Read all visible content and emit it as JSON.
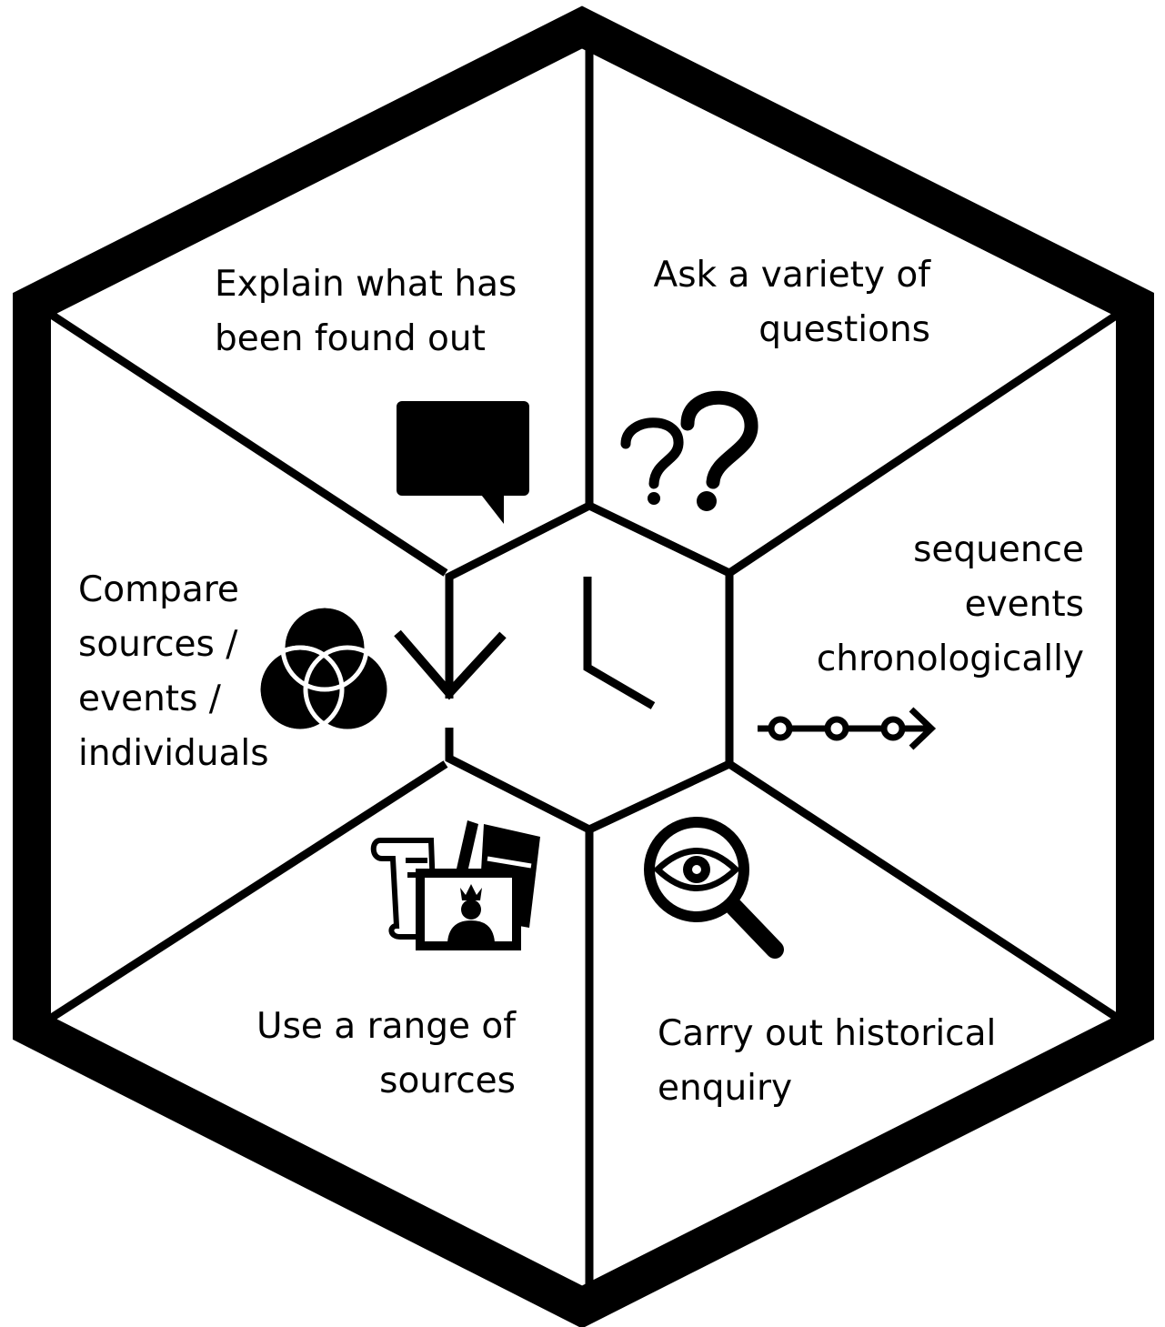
{
  "diagram": {
    "segments": [
      {
        "id": "explain",
        "lines": [
          "Explain what has",
          "been found out"
        ],
        "icon": "speech-bubble-icon"
      },
      {
        "id": "ask",
        "lines": [
          "Ask a variety of",
          "questions"
        ],
        "icon": "question-marks-icon"
      },
      {
        "id": "sequence",
        "lines": [
          "sequence",
          "events",
          "chronologically"
        ],
        "icon": "timeline-arrow-icon"
      },
      {
        "id": "carry",
        "lines": [
          "Carry out historical",
          "enquiry"
        ],
        "icon": "magnifying-eye-icon"
      },
      {
        "id": "use",
        "lines": [
          "Use a range of",
          "sources"
        ],
        "icon": "historical-sources-icon"
      },
      {
        "id": "compare",
        "lines": [
          "Compare",
          "sources /",
          "events /",
          "individuals"
        ],
        "icon": "venn-circles-icon"
      }
    ],
    "center_icon": "clock-icon",
    "colors": {
      "ink": "#000000",
      "background": "#ffffff"
    }
  }
}
